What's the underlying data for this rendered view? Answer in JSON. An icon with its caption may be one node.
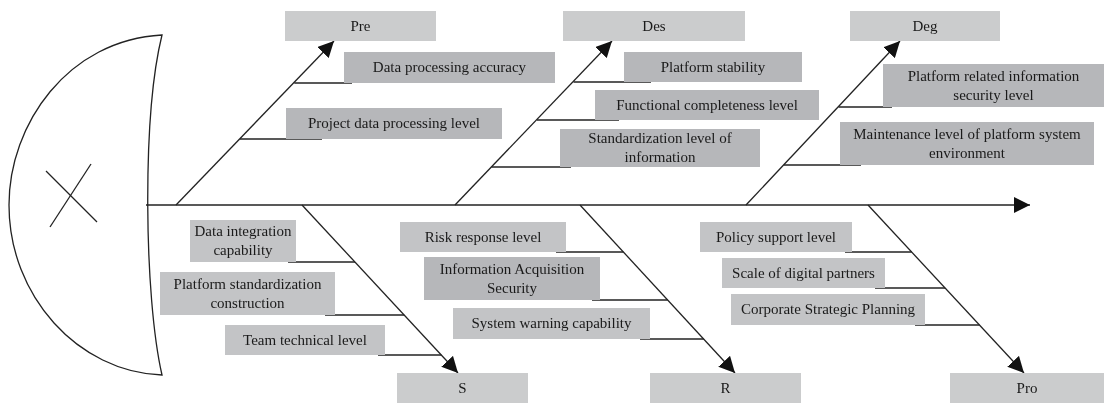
{
  "diagram": {
    "nodes": [
      {
        "text": [],
        "shape": "picture"
      },
      {
        "text": [
          "Pre"
        ]
      },
      {
        "text": [
          "Data processing accuracy"
        ]
      },
      {
        "text": [
          "Project data processing level"
        ]
      },
      {
        "text": [
          "Des"
        ]
      },
      {
        "text": [
          "Platform stability"
        ]
      },
      {
        "text": [
          "Functional completeness level"
        ]
      },
      {
        "text": [
          "Standardization level of information"
        ]
      },
      {
        "text": [
          "Deg"
        ]
      },
      {
        "text": [
          "Platform related information security level"
        ]
      },
      {
        "text": [
          "Maintenance level of platform system environment"
        ]
      },
      {
        "text": [
          "Data integration capability"
        ]
      },
      {
        "text": [
          "Platform standardization construction"
        ]
      },
      {
        "text": [
          "Team technical level"
        ]
      },
      {
        "text": [
          "S"
        ]
      },
      {
        "text": [
          "Risk response level"
        ]
      },
      {
        "text": [
          "Information Acquisition Security"
        ]
      },
      {
        "text": [
          "System warning capability"
        ]
      },
      {
        "text": [
          "R"
        ]
      },
      {
        "text": [
          "Policy support level"
        ]
      },
      {
        "text": [
          "Scale of digital partners"
        ]
      },
      {
        "text": [
          "Corporate Strategic Planning"
        ]
      },
      {
        "text": [
          "Pro"
        ]
      }
    ],
    "edges": [
      {
        "from": 0,
        "to": null,
        "arrow": "to"
      },
      {
        "from": null,
        "to": 1,
        "arrow": "to"
      },
      {
        "from": null,
        "to": 4,
        "arrow": "to"
      },
      {
        "from": null,
        "to": 8,
        "arrow": "to"
      },
      {
        "from": null,
        "to": 14,
        "arrow": "to"
      },
      {
        "from": null,
        "to": 18,
        "arrow": "to"
      },
      {
        "from": null,
        "to": 22,
        "arrow": "to"
      },
      {
        "from": 2,
        "to": null,
        "arrow": "none"
      },
      {
        "from": 3,
        "to": null,
        "arrow": "none"
      },
      {
        "from": 5,
        "to": null,
        "arrow": "none"
      },
      {
        "from": 6,
        "to": null,
        "arrow": "none"
      },
      {
        "from": 7,
        "to": null,
        "arrow": "none"
      },
      {
        "from": 9,
        "to": null,
        "arrow": "none"
      },
      {
        "from": 10,
        "to": null,
        "arrow": "none"
      },
      {
        "from": 11,
        "to": null,
        "arrow": "none"
      },
      {
        "from": 12,
        "to": null,
        "arrow": "none"
      },
      {
        "from": 13,
        "to": null,
        "arrow": "none"
      },
      {
        "from": 15,
        "to": null,
        "arrow": "none"
      },
      {
        "from": 16,
        "to": null,
        "arrow": "none"
      },
      {
        "from": 17,
        "to": null,
        "arrow": "none"
      },
      {
        "from": 19,
        "to": null,
        "arrow": "none"
      },
      {
        "from": 20,
        "to": null,
        "arrow": "none"
      },
      {
        "from": 21,
        "to": null,
        "arrow": "none"
      }
    ]
  }
}
